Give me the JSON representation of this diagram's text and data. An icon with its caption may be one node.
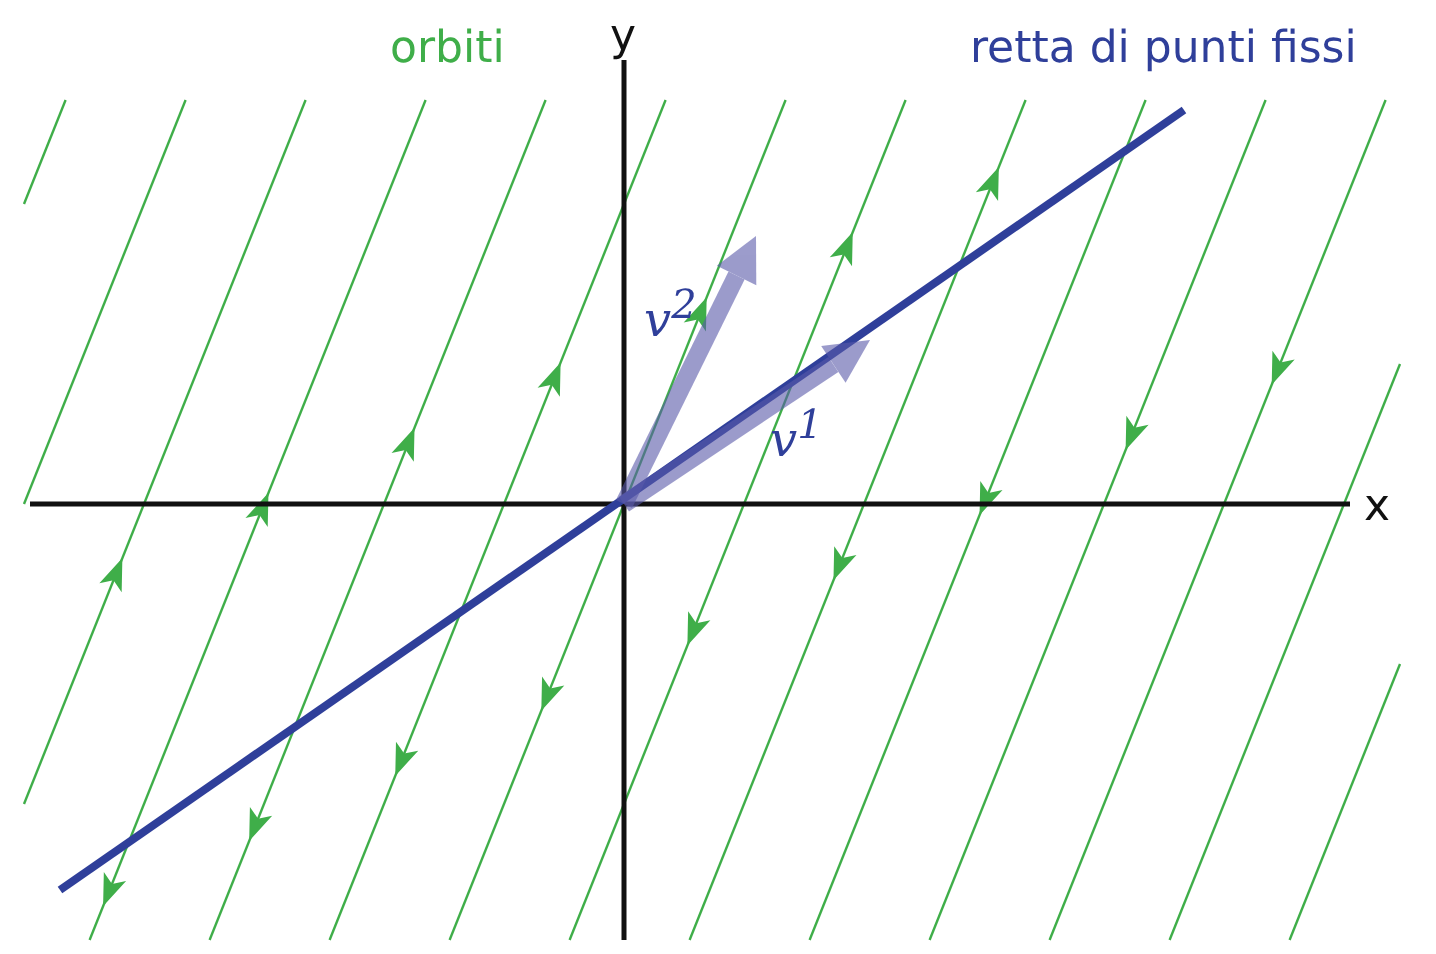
{
  "diagram": {
    "labels": [
      "orbiti",
      "y",
      "retta di punti fissi",
      "v$^{2}$",
      "v$^{1}$",
      "x"
    ]
  }
}
